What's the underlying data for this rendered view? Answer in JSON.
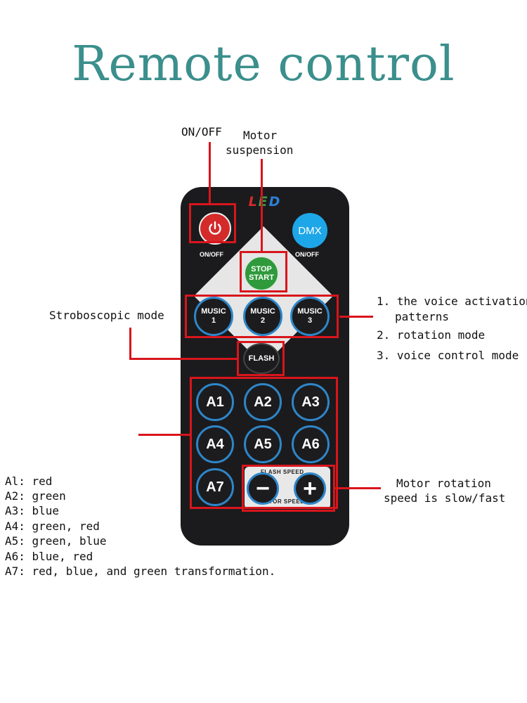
{
  "title": "Remote control",
  "remote": {
    "brand": [
      "L",
      "E",
      "D"
    ],
    "power_label": "ON/OFF",
    "dmx_text": "DMX",
    "dmx_label": "ON/OFF",
    "stop_start": [
      "STOP",
      "START"
    ],
    "music": [
      [
        "MUSIC",
        "1"
      ],
      [
        "MUSIC",
        "2"
      ],
      [
        "MUSIC",
        "3"
      ]
    ],
    "flash": "FLASH",
    "a_buttons": [
      "A1",
      "A2",
      "A3",
      "A4",
      "A5",
      "A6",
      "A7"
    ],
    "flash_speed": "FLASH SPEED",
    "motor_speed": "MOTOR SPEED",
    "minus": "−",
    "plus": "+"
  },
  "callouts": {
    "on_off": "ON/OFF",
    "motor_suspension": [
      "Motor",
      "suspension"
    ],
    "strobe": "Stroboscopic mode",
    "music_modes": [
      "1. the voice activation",
      "patterns",
      "2. rotation mode",
      "3. voice control mode"
    ],
    "motor_rotation": [
      "Motor rotation",
      "speed is slow/fast"
    ]
  },
  "colors_legend": [
    "Al: red",
    "A2: green",
    "A3: blue",
    "A4: green, red",
    "A5: green, blue",
    "A6: blue, red",
    "A7: red, blue, and green transformation."
  ],
  "colors": {
    "title": "#3b8f8c",
    "callout": "#d9151c",
    "power": "#d42a2a",
    "dmx": "#1ea7e8",
    "stop": "#2f9a3c",
    "ring": "#2e86c9"
  }
}
